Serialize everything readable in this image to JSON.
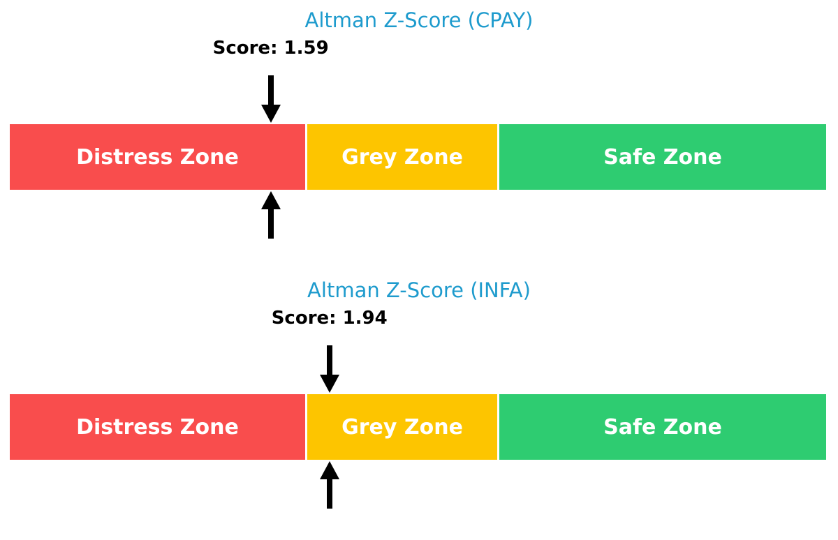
{
  "style": {
    "background": "#ffffff",
    "title_color": "#1E9BCD",
    "score_text_color": "#000000",
    "zone_label_color": "#ffffff",
    "arrow_color": "#000000"
  },
  "chart_data": [
    {
      "type": "bar",
      "orientation": "horizontal-stacked",
      "title": "Altman Z-Score (CPAY)",
      "score": 1.59,
      "score_label": "Score: 1.59",
      "marker": "black arrow above and below bar at score position",
      "legend_position": "none",
      "grid": false,
      "zones": [
        {
          "label": "Distress Zone",
          "color": "#F94D4D",
          "range": [
            0,
            1.8
          ]
        },
        {
          "label": "Grey Zone",
          "color": "#FDC500",
          "range": [
            1.8,
            3.0
          ]
        },
        {
          "label": "Safe Zone",
          "color": "#2ECC71",
          "range": [
            3.0,
            5.0
          ]
        }
      ]
    },
    {
      "type": "bar",
      "orientation": "horizontal-stacked",
      "title": "Altman Z-Score (INFA)",
      "score": 1.94,
      "score_label": "Score: 1.94",
      "marker": "black arrow above and below bar at score position",
      "legend_position": "none",
      "grid": false,
      "zones": [
        {
          "label": "Distress Zone",
          "color": "#F94D4D",
          "range": [
            0,
            1.8
          ]
        },
        {
          "label": "Grey Zone",
          "color": "#FDC500",
          "range": [
            1.8,
            3.0
          ]
        },
        {
          "label": "Safe Zone",
          "color": "#2ECC71",
          "range": [
            3.0,
            5.0
          ]
        }
      ]
    }
  ]
}
